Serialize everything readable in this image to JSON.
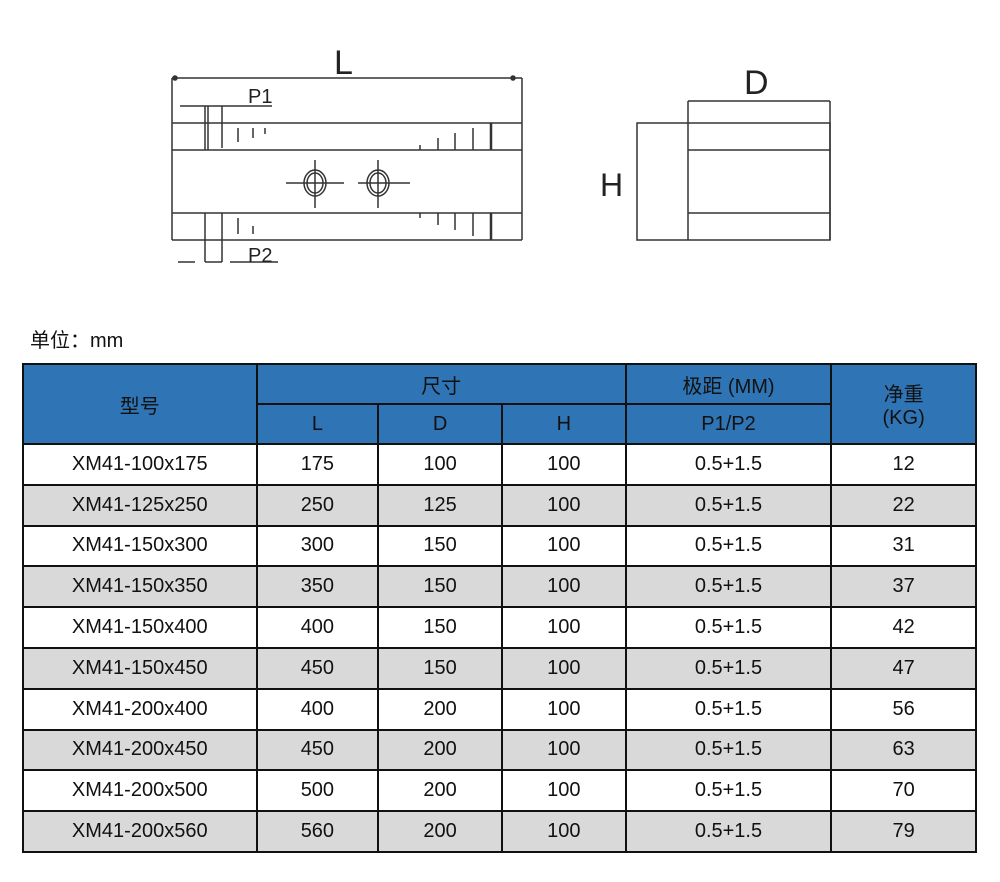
{
  "drawing": {
    "label_L": "L",
    "label_P1": "P1",
    "label_P2": "P2",
    "label_D": "D",
    "label_H": "H"
  },
  "unit_label": "单位：mm",
  "table": {
    "headers": {
      "model": "型号",
      "size": "尺寸",
      "L": "L",
      "D": "D",
      "H": "H",
      "pitch": "极距 (MM)",
      "p1p2": "P1/P2",
      "weight": "净重",
      "weight_unit": "(KG)"
    },
    "rows": [
      [
        "XM41-100x175",
        "175",
        "100",
        "100",
        "0.5+1.5",
        "12"
      ],
      [
        "XM41-125x250",
        "250",
        "125",
        "100",
        "0.5+1.5",
        "22"
      ],
      [
        "XM41-150x300",
        "300",
        "150",
        "100",
        "0.5+1.5",
        "31"
      ],
      [
        "XM41-150x350",
        "350",
        "150",
        "100",
        "0.5+1.5",
        "37"
      ],
      [
        "XM41-150x400",
        "400",
        "150",
        "100",
        "0.5+1.5",
        "42"
      ],
      [
        "XM41-150x450",
        "450",
        "150",
        "100",
        "0.5+1.5",
        "47"
      ],
      [
        "XM41-200x400",
        "400",
        "200",
        "100",
        "0.5+1.5",
        "56"
      ],
      [
        "XM41-200x450",
        "450",
        "200",
        "100",
        "0.5+1.5",
        "63"
      ],
      [
        "XM41-200x500",
        "500",
        "200",
        "100",
        "0.5+1.5",
        "70"
      ],
      [
        "XM41-200x560",
        "560",
        "200",
        "100",
        "0.5+1.5",
        "79"
      ]
    ]
  },
  "colors": {
    "header": "#2f75b5",
    "alt_row": "#d9d9d9"
  }
}
